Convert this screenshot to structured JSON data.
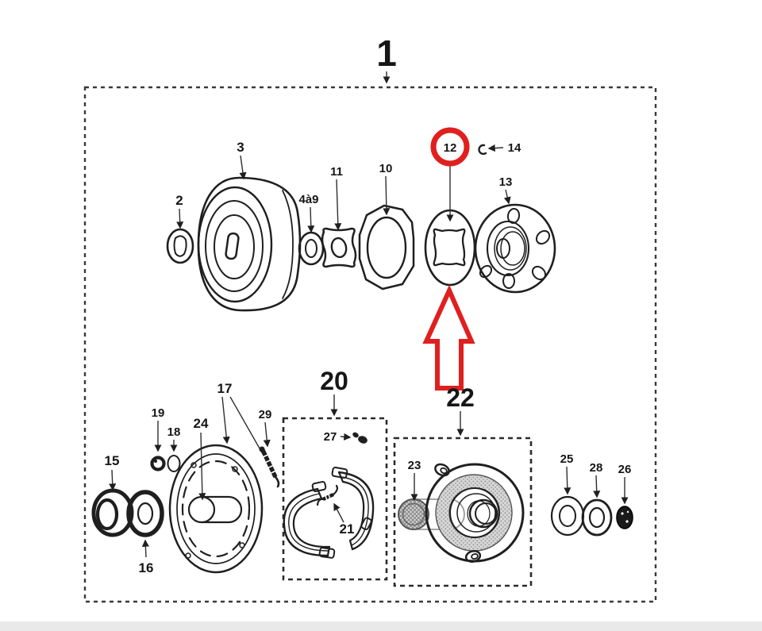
{
  "figure": {
    "type": "exploded-parts-diagram",
    "subject": "Wheel hub and brake drum assembly parts diagram",
    "assembly_number": "1",
    "highlight_color": "#e01f1f",
    "line_color": "#222222"
  },
  "labels": {
    "l1": "1",
    "l2": "2",
    "l3": "3",
    "l4a9": "4à9",
    "l10": "10",
    "l11": "11",
    "l12": "12",
    "l13": "13",
    "l14": "14",
    "l15": "15",
    "l16": "16",
    "l17": "17",
    "l18": "18",
    "l19": "19",
    "l20": "20",
    "l21": "21",
    "l22": "22",
    "l23": "23",
    "l24": "24",
    "l25": "25",
    "l26": "26",
    "l27": "27",
    "l28": "28",
    "l29": "29"
  },
  "highlight": {
    "circled_part": "12",
    "arrow_direction": "up",
    "arrow_target_part": "12"
  },
  "groups": {
    "main_box_part": "1",
    "sub_boxes": [
      {
        "part": "20",
        "contains": [
          "27",
          "21"
        ]
      },
      {
        "part": "22",
        "contains": [
          "23"
        ]
      }
    ]
  }
}
